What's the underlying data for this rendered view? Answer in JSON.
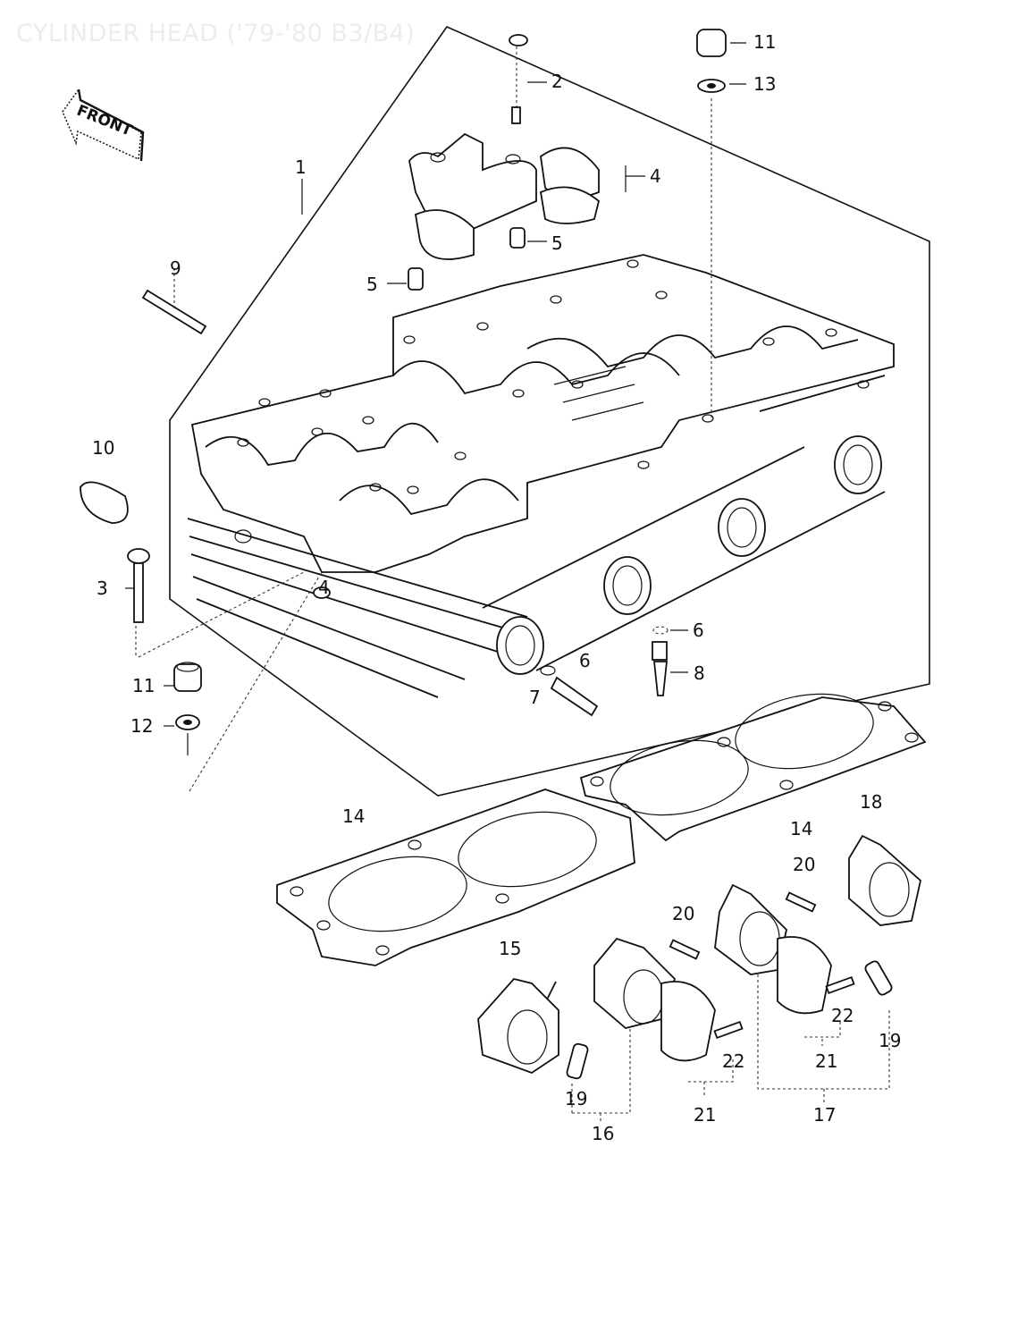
{
  "title": "CYLINDER HEAD ('79-'80 B3/B4)",
  "front_arrow": {
    "label": "FRONT",
    "icon": "front-direction-arrow-icon"
  },
  "callouts": [
    {
      "ref": "1",
      "part": "cylinder-head"
    },
    {
      "ref": "2",
      "part": "bolt"
    },
    {
      "ref": "3",
      "part": "bolt-flanged"
    },
    {
      "ref": "4",
      "part": "camshaft-cap"
    },
    {
      "ref": "4",
      "part": "camshaft-cap-on-head"
    },
    {
      "ref": "5",
      "part": "dowel-pin"
    },
    {
      "ref": "5",
      "part": "dowel-pin-left"
    },
    {
      "ref": "6",
      "part": "o-ring"
    },
    {
      "ref": "6",
      "part": "o-ring-right"
    },
    {
      "ref": "7",
      "part": "plug"
    },
    {
      "ref": "8",
      "part": "plug-right"
    },
    {
      "ref": "9",
      "part": "stud"
    },
    {
      "ref": "10",
      "part": "plug-half-moon"
    },
    {
      "ref": "11",
      "part": "cap-nut-top"
    },
    {
      "ref": "11",
      "part": "cap-nut-left"
    },
    {
      "ref": "12",
      "part": "washer"
    },
    {
      "ref": "13",
      "part": "washer-top"
    },
    {
      "ref": "14",
      "part": "head-gasket-left"
    },
    {
      "ref": "14",
      "part": "head-gasket-right"
    },
    {
      "ref": "15",
      "part": "carburetor-holder-1"
    },
    {
      "ref": "16",
      "part": "carburetor-holder-2"
    },
    {
      "ref": "17",
      "part": "carburetor-holder-3"
    },
    {
      "ref": "18",
      "part": "carburetor-holder-4"
    },
    {
      "ref": "19",
      "part": "cap-left"
    },
    {
      "ref": "19",
      "part": "cap-right"
    },
    {
      "ref": "20",
      "part": "screw-left"
    },
    {
      "ref": "20",
      "part": "screw-right"
    },
    {
      "ref": "21",
      "part": "clamp-left"
    },
    {
      "ref": "21",
      "part": "clamp-right"
    },
    {
      "ref": "22",
      "part": "clamp-screw-left"
    },
    {
      "ref": "22",
      "part": "clamp-screw-right"
    }
  ]
}
